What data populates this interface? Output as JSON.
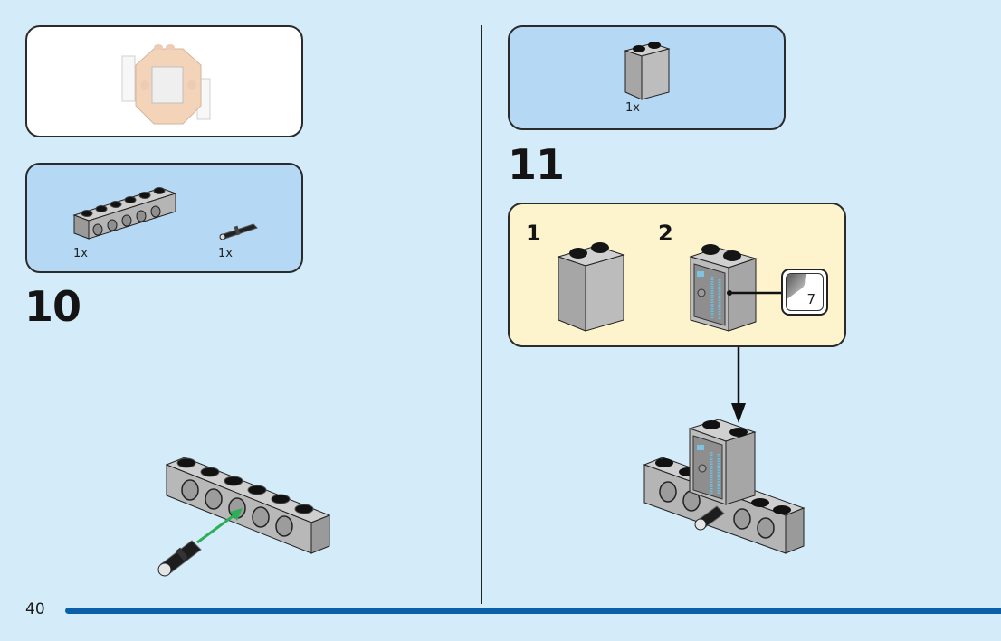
{
  "page": {
    "number": "40",
    "accent_color": "#0b5fa8",
    "background": "#d4ebfa"
  },
  "left": {
    "preview_box": {
      "description": "faded assembly preview (orange/tan frame model)"
    },
    "parts_box": {
      "parts": [
        {
          "name": "technic brick 1x6 with holes",
          "color": "light bluish gray",
          "qty": "1x"
        },
        {
          "name": "technic pin",
          "color": "black",
          "qty": "1x"
        }
      ]
    },
    "step": {
      "number": "10",
      "action_arrow_color": "#2fae5a"
    }
  },
  "right": {
    "parts_box": {
      "parts": [
        {
          "name": "brick 1x2x2",
          "color": "light bluish gray",
          "qty": "1x"
        }
      ]
    },
    "step": {
      "number": "11",
      "substeps": [
        {
          "number": "1",
          "description": "plain 1x2x2 brick"
        },
        {
          "number": "2",
          "description": "brick with computer panel sticker"
        }
      ],
      "sticker": {
        "number": "7"
      }
    }
  }
}
